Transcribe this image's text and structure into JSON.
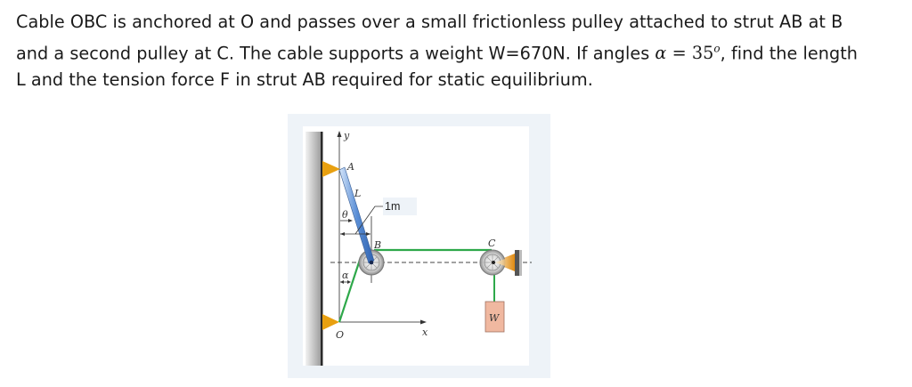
{
  "problem": {
    "lines": [
      "Cable OBC is anchored at O and passes over a small frictionless pulley attached to strut AB at B",
      "and a second pulley at C. The cable supports a weight W=670N. If angles ",
      "L and the tension force F in strut AB required for static equilibrium."
    ],
    "line2_math": {
      "symbol": "α",
      "equals": " = ",
      "value": "35",
      "superscript": "o"
    },
    "line2_tail": ", find the length",
    "given": {
      "weight_W": "670N",
      "alpha": "35°"
    },
    "unknowns": [
      "L",
      "F"
    ]
  },
  "figure": {
    "labels": {
      "y_axis": "y",
      "x_axis": "x",
      "point_A": "A",
      "point_B": "B",
      "point_C": "C",
      "point_O": "O",
      "length": "L",
      "theta": "θ",
      "alpha": "α",
      "dimension": "1m",
      "weight": "W"
    },
    "colors": {
      "support_triangle": "#e8a010",
      "cable": "#2ea84a",
      "strut": "#5b8fd6",
      "weight_box": "#f0b8a0",
      "panel_bg": "#eef3f8",
      "wall": "#c9c9c9"
    }
  }
}
